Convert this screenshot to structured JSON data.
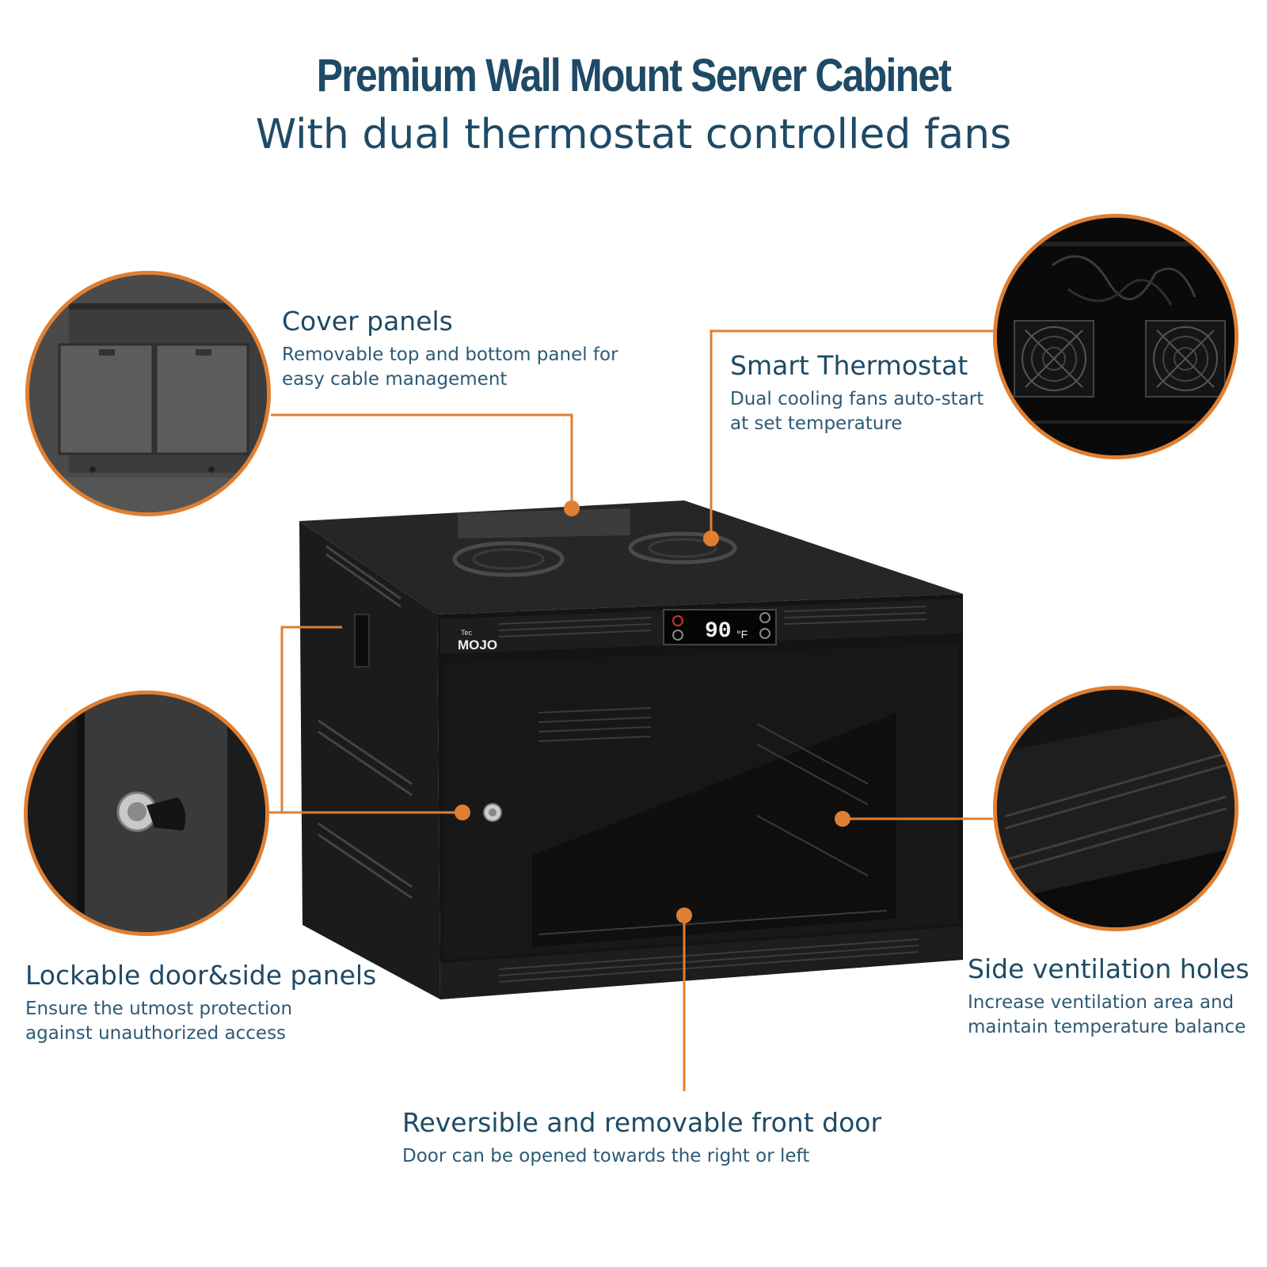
{
  "header": {
    "title": "Premium Wall Mount Server Cabinet",
    "subtitle": "With dual thermostat controlled fans"
  },
  "callouts": {
    "cover": {
      "heading": "Cover panels",
      "line1": "Removable top and bottom panel for",
      "line2": "easy cable management"
    },
    "thermostat": {
      "heading": "Smart Thermostat",
      "line1": "Dual cooling fans auto-start",
      "line2": "at set temperature"
    },
    "lock": {
      "heading": "Lockable door&side panels",
      "line1": "Ensure the utmost protection",
      "line2": "against unauthorized access"
    },
    "ventilation": {
      "heading": "Side ventilation holes",
      "line1": "Increase ventilation area and",
      "line2": "maintain temperature balance"
    },
    "door": {
      "heading": "Reversible and removable front door",
      "line1": "Door can be opened towards the right or left"
    }
  },
  "product": {
    "brand_small": "Tec",
    "brand": "MOJO",
    "display_temp": "90",
    "display_unit": "°F"
  },
  "colors": {
    "accent": "#e07f31",
    "text": "#1e4a66",
    "cabinet": "#1a1a1a"
  },
  "icons": [
    "power-icon",
    "set-icon",
    "up-arrow-icon",
    "down-arrow-icon",
    "key-icon",
    "fan-icon"
  ]
}
